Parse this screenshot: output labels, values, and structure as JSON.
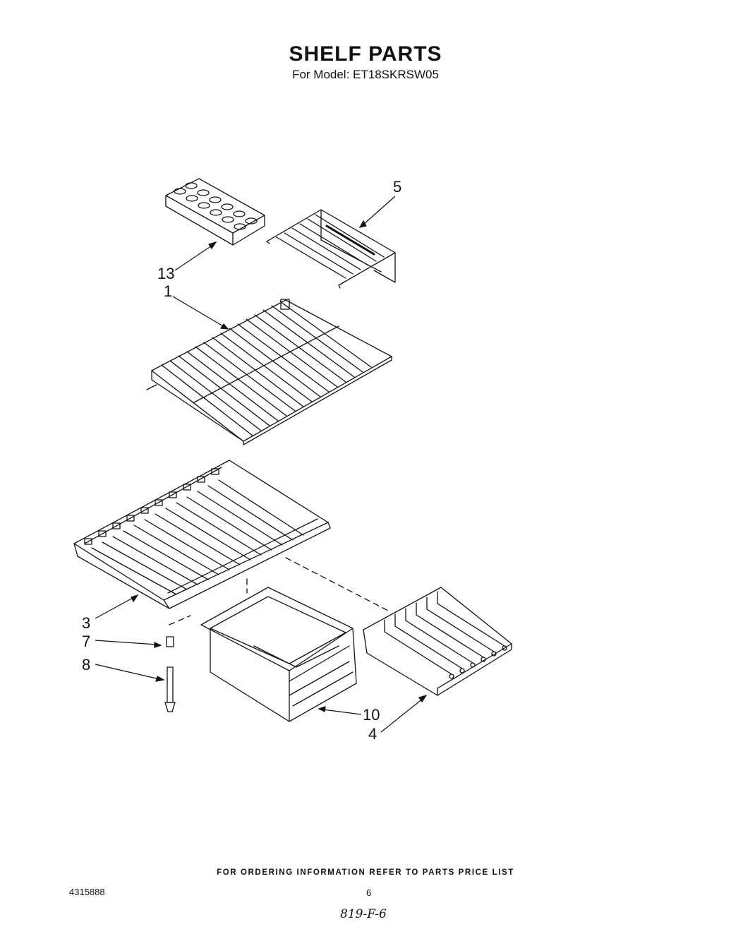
{
  "header": {
    "title": "SHELF PARTS",
    "subtitle": "For Model: ET18SKRSW05"
  },
  "callouts": [
    {
      "id": "13",
      "label": "13"
    },
    {
      "id": "5",
      "label": "5"
    },
    {
      "id": "1",
      "label": "1"
    },
    {
      "id": "3",
      "label": "3"
    },
    {
      "id": "7",
      "label": "7"
    },
    {
      "id": "8",
      "label": "8"
    },
    {
      "id": "10",
      "label": "10"
    },
    {
      "id": "4",
      "label": "4"
    }
  ],
  "footer": {
    "note": "FOR ORDERING INFORMATION REFER TO PARTS PRICE LIST",
    "doc_number": "4315888",
    "page_number": "6",
    "handwritten": "819-F-6"
  }
}
